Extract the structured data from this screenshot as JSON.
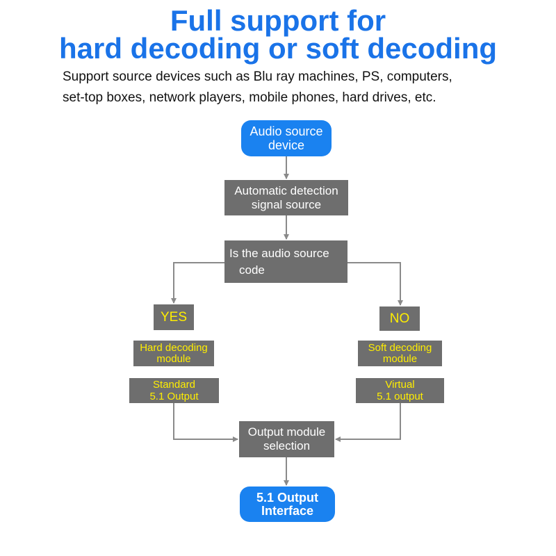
{
  "header": {
    "title_line1": "Full support for",
    "title_line2": "hard decoding or soft decoding",
    "subtitle_line1": "Support source devices such as Blu ray machines, PS, computers,",
    "subtitle_line2": "set-top boxes, network players, mobile phones, hard drives, etc."
  },
  "flow": {
    "source": {
      "line1": "Audio source",
      "line2": "device"
    },
    "detect": {
      "line1": "Automatic detection",
      "line2": "signal source"
    },
    "question": {
      "line1": "Is the audio source",
      "line2": "code"
    },
    "yes": "YES",
    "no": "NO",
    "hard": {
      "line1": "Hard decoding",
      "line2": "module"
    },
    "soft": {
      "line1": "Soft decoding",
      "line2": "module"
    },
    "standard": {
      "line1": "Standard",
      "line2": "5.1 Output"
    },
    "virtual": {
      "line1": "Virtual",
      "line2": "5.1 output"
    },
    "selection": {
      "line1": "Output module",
      "line2": "selection"
    },
    "interface": {
      "line1": "5.1 Output",
      "line2": "Interface"
    }
  },
  "colors": {
    "title": "#1a73e8",
    "pill": "#1a82f0",
    "box": "#6e6e6e",
    "box_text": "#ffffff",
    "branch_text": "#ffee00",
    "connector": "#8a8a8a"
  }
}
